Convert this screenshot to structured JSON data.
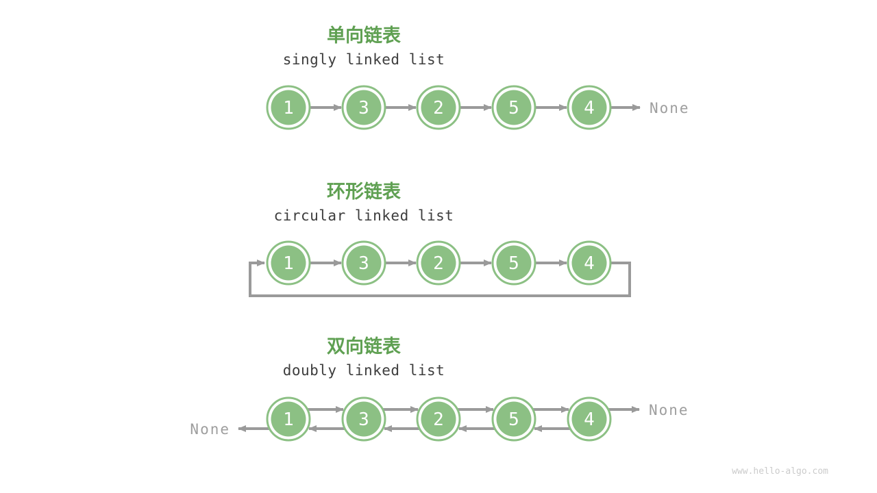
{
  "watermark": "www.hello-algo.com",
  "colors": {
    "node_green": "#8CC084",
    "title_green": "#5FA052",
    "subtitle_dark": "#3D3D3D",
    "arrow_gray": "#9A9A9A",
    "none_gray": "#9E9E9E",
    "watermark_gray": "#CBCBCB",
    "background": "#FFFFFF"
  },
  "sections": [
    {
      "title_zh": "单向链表",
      "title_en": "singly linked list",
      "nodes": [
        "1",
        "3",
        "2",
        "5",
        "4"
      ],
      "tail_label": "None"
    },
    {
      "title_zh": "环形链表",
      "title_en": "circular linked list",
      "nodes": [
        "1",
        "3",
        "2",
        "5",
        "4"
      ]
    },
    {
      "title_zh": "双向链表",
      "title_en": "doubly linked list",
      "nodes": [
        "1",
        "3",
        "2",
        "5",
        "4"
      ],
      "head_label": "None",
      "tail_label": "None"
    }
  ]
}
